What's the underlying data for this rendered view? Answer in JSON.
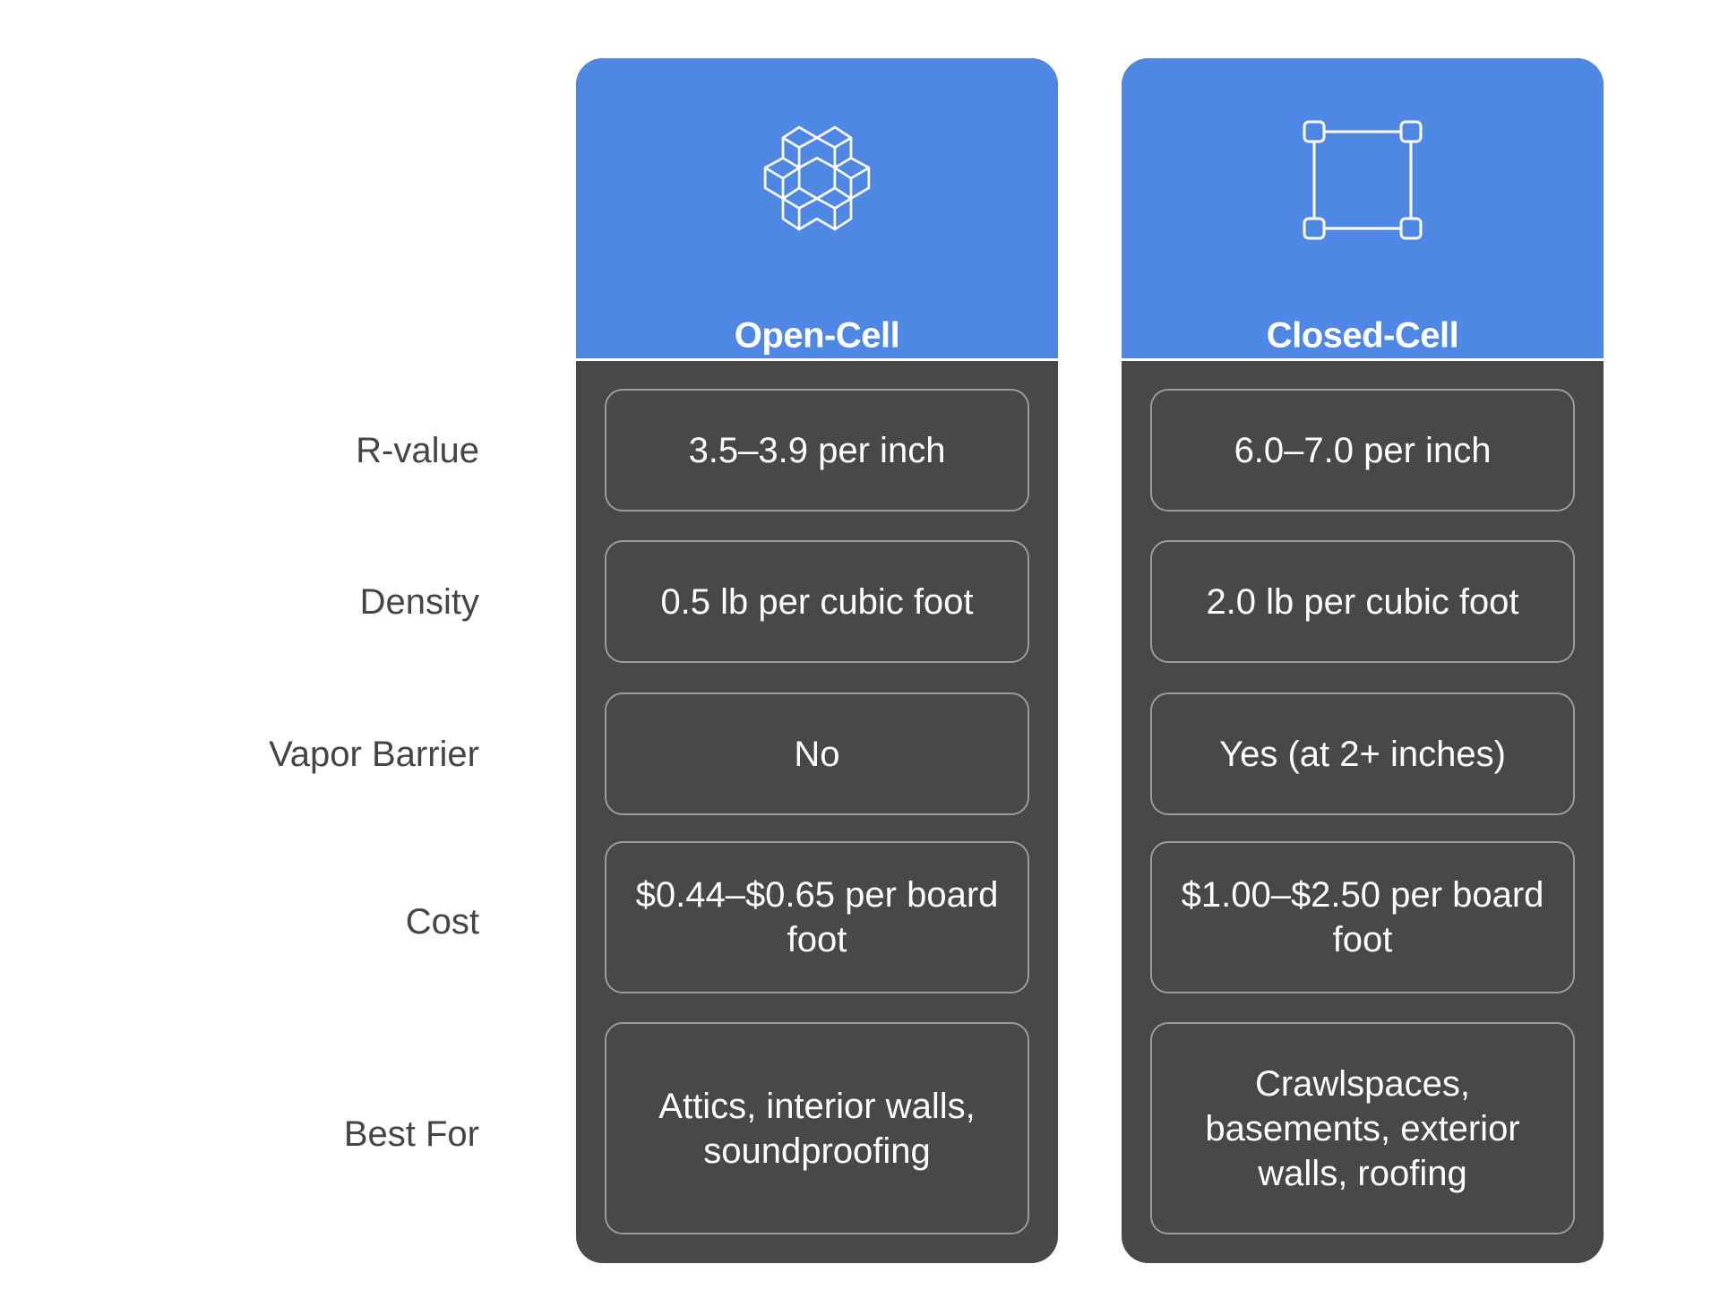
{
  "rows": [
    {
      "label": "R-value"
    },
    {
      "label": "Density"
    },
    {
      "label": "Vapor Barrier"
    },
    {
      "label": "Cost"
    },
    {
      "label": "Best For"
    }
  ],
  "columns": [
    {
      "title": "Open-Cell",
      "icon": "cube-cluster-icon",
      "cells": [
        "3.5–3.9 per inch",
        "0.5 lb per cubic foot",
        "No",
        "$0.44–$0.65 per board foot",
        "Attics, interior walls, soundproofing"
      ]
    },
    {
      "title": "Closed-Cell",
      "icon": "square-nodes-icon",
      "cells": [
        "6.0–7.0 per inch",
        "2.0 lb per cubic foot",
        "Yes (at 2+ inches)",
        "$1.00–$2.50 per board foot",
        "Crawlspaces, basements, exterior walls, roofing"
      ]
    }
  ],
  "colors": {
    "header_blue": "#4e87e4",
    "body_dark": "#484848",
    "cell_border": "#9b9b9b",
    "label_text": "#454545",
    "cell_text": "#ffffff"
  }
}
